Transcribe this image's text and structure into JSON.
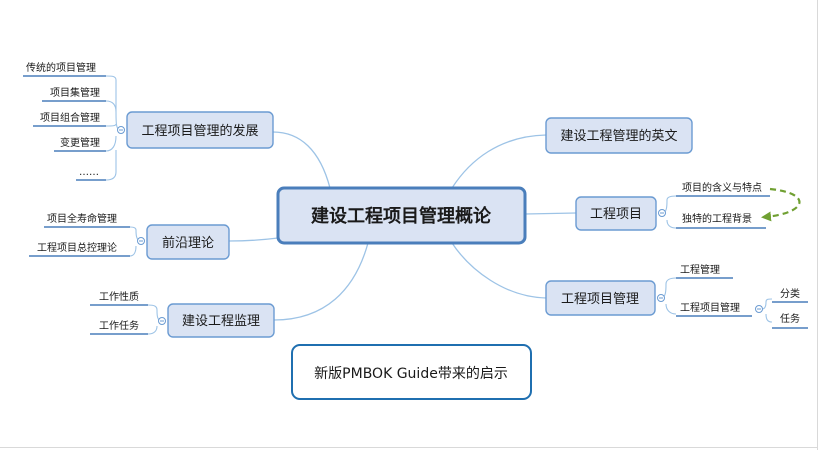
{
  "colors": {
    "branch_line": "#9dc3e6",
    "node_fill": "#dae3f3",
    "node_border": "#6b9bd2",
    "center_fill": "#dae3f3",
    "center_border": "#4a7ebb",
    "leaf_underline": "#4a7ebb",
    "relation_arrow": "#70a032",
    "note_border": "#1f6fb0"
  },
  "center": {
    "label": "建设工程项目管理概论"
  },
  "branches": {
    "development": {
      "label": "工程项目管理的发展",
      "children": [
        "传统的项目管理",
        "项目集管理",
        "项目组合管理",
        "变更管理",
        "……"
      ]
    },
    "frontier": {
      "label": "前沿理论",
      "children": [
        "项目全寿命管理",
        "工程项目总控理论"
      ]
    },
    "supervision": {
      "label": "建设工程监理",
      "children": [
        "工作性质",
        "工作任务"
      ]
    },
    "english": {
      "label": "建设工程管理的英文",
      "children": []
    },
    "project": {
      "label": "工程项目",
      "children": [
        "项目的含义与特点",
        "独特的工程背景"
      ]
    },
    "management": {
      "label": "工程项目管理",
      "children": [
        "工程管理",
        "工程项目管理"
      ],
      "grandchildren": [
        "分类",
        "任务"
      ]
    }
  },
  "note": {
    "label": "新版PMBOK Guide带来的启示"
  }
}
